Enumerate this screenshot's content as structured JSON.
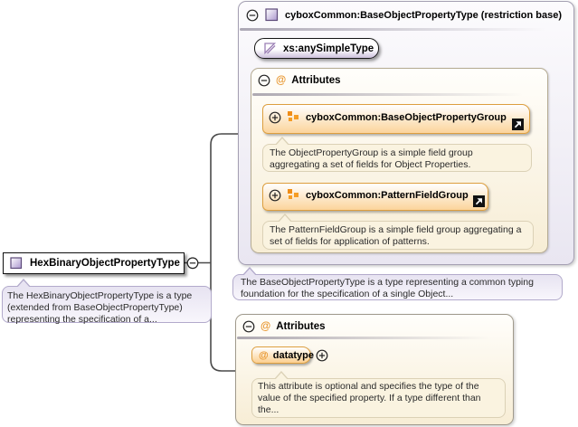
{
  "left_node": {
    "label": "HexBinaryObjectPropertyType",
    "description": "The HexBinaryObjectPropertyType is a type (extended from BaseObjectPropertyType) representing the specification of a..."
  },
  "base_type_panel": {
    "title": "cyboxCommon:BaseObjectPropertyType (restriction base)",
    "base_type": {
      "label": "xs:anySimpleType"
    },
    "attributes_section": {
      "title": "Attributes",
      "groups": [
        {
          "label": "cyboxCommon:BaseObjectPropertyGroup",
          "description": "The ObjectPropertyGroup is a simple field group aggregating a set of fields for Object Properties."
        },
        {
          "label": "cyboxCommon:PatternFieldGroup",
          "description": "The PatternFieldGroup is a simple field group aggregating a set of fields for application of patterns."
        }
      ]
    },
    "description": "The BaseObjectPropertyType is a type representing a common typing foundation for the specification of a single Object..."
  },
  "own_attributes_panel": {
    "title": "Attributes",
    "attributes": [
      {
        "name": "datatype",
        "at_sign": "@",
        "description": "This attribute is optional and specifies the type of the value of the specified property. If a type different than the..."
      }
    ]
  },
  "symbols": {
    "at_sign": "@"
  },
  "icons": {
    "collapse": "minus-circle",
    "expand": "plus-circle",
    "jump_to_definition": "arrow-up-right-black-square",
    "complex_type": "purple-square",
    "simple_type": "purple-triangle",
    "attribute_group": "orange-squares"
  },
  "colors": {
    "accent_orange": "#f59d25",
    "pill_orange_border": "#dd9f3f",
    "panel_lavender": "#e9e6f1",
    "cream": "#f7edd5",
    "callout_lavender": "#e7e3f1",
    "type_icon_purple": "#b4a3d4",
    "connector_gray": "#4a4a4a"
  }
}
